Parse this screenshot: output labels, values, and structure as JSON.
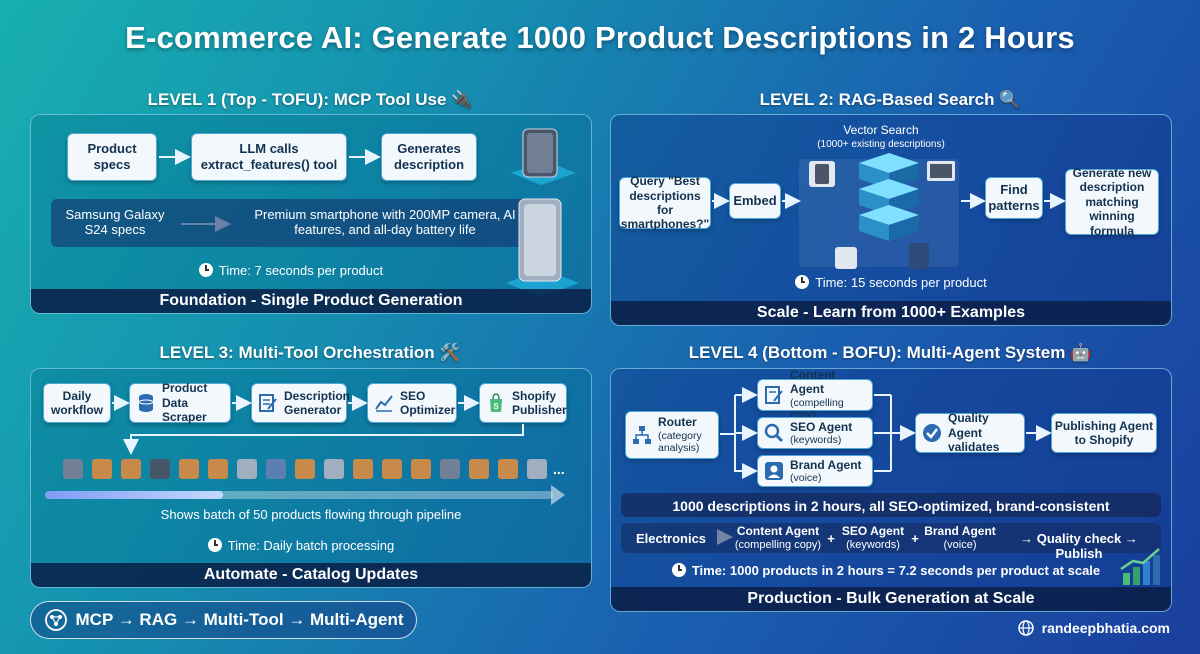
{
  "title": "E-commerce AI: Generate 1000 Product Descriptions in 2 Hours",
  "level1": {
    "heading": "LEVEL 1 (Top - TOFU): MCP Tool Use 🔌",
    "boxes": [
      "Product specs",
      "LLM calls extract_features() tool",
      "Generates description"
    ],
    "example_input": "Samsung Galaxy S24 specs",
    "example_output": "Premium smartphone with 200MP camera, AI features, and all-day battery life",
    "time": "Time: 7 seconds per product",
    "footer": "Foundation - Single Product Generation"
  },
  "level2": {
    "heading": "LEVEL 2: RAG-Based Search 🔍",
    "query": "Query \"Best descriptions for smartphones?\"",
    "embed": "Embed",
    "vector_title": "Vector Search",
    "vector_sub": "(1000+ existing descriptions)",
    "find": "Find patterns",
    "generate": "Generate new description matching winning formula",
    "time": "Time: 15 seconds per product",
    "footer": "Scale - Learn from 1000+ Examples"
  },
  "level3": {
    "heading": "LEVEL 3: Multi-Tool Orchestration 🛠️",
    "boxes": [
      "Daily workflow",
      "Product Data Scraper",
      "Description Generator",
      "SEO Optimizer",
      "Shopify Publisher"
    ],
    "ellipsis": "...",
    "batch_text": "Shows batch of 50 products flowing through pipeline",
    "batch_progress": 0.35,
    "time": "Time: Daily batch processing",
    "footer": "Automate - Catalog Updates"
  },
  "level4": {
    "heading": "LEVEL 4 (Bottom - BOFU): Multi-Agent System 🤖",
    "router": "Router",
    "router_sub": "(category analysis)",
    "content_agent": "Content Agent",
    "content_sub": "(compelling copy)",
    "seo_agent": "SEO Agent",
    "seo_sub": "(keywords)",
    "brand_agent": "Brand Agent",
    "brand_sub": "(voice)",
    "quality": "Quality Agent validates",
    "publishing": "Publishing Agent to Shopify",
    "summary": "1000 descriptions in 2 hours, all SEO-optimized, brand-consistent",
    "flow": {
      "electronics": "Electronics",
      "content": "Content Agent",
      "content_sub": "(compelling copy)",
      "plus1": "+",
      "seo": "SEO Agent",
      "seo_sub": "(keywords)",
      "plus2": "+",
      "brand": "Brand Agent",
      "brand_sub": "(voice)",
      "quality": "→ Quality check → Publish"
    },
    "time": "Time: 1000 products in 2 hours = 7.2 seconds per product at scale",
    "footer": "Production - Bulk Generation at Scale"
  },
  "journey": "MCP → RAG → Multi-Tool → Multi-Agent",
  "credit": "randeepbhatia.com",
  "colors": {
    "box_border": "#4fa8d8",
    "box_bg": "#f3f8fc",
    "footer_bar": "#0a1e46"
  }
}
